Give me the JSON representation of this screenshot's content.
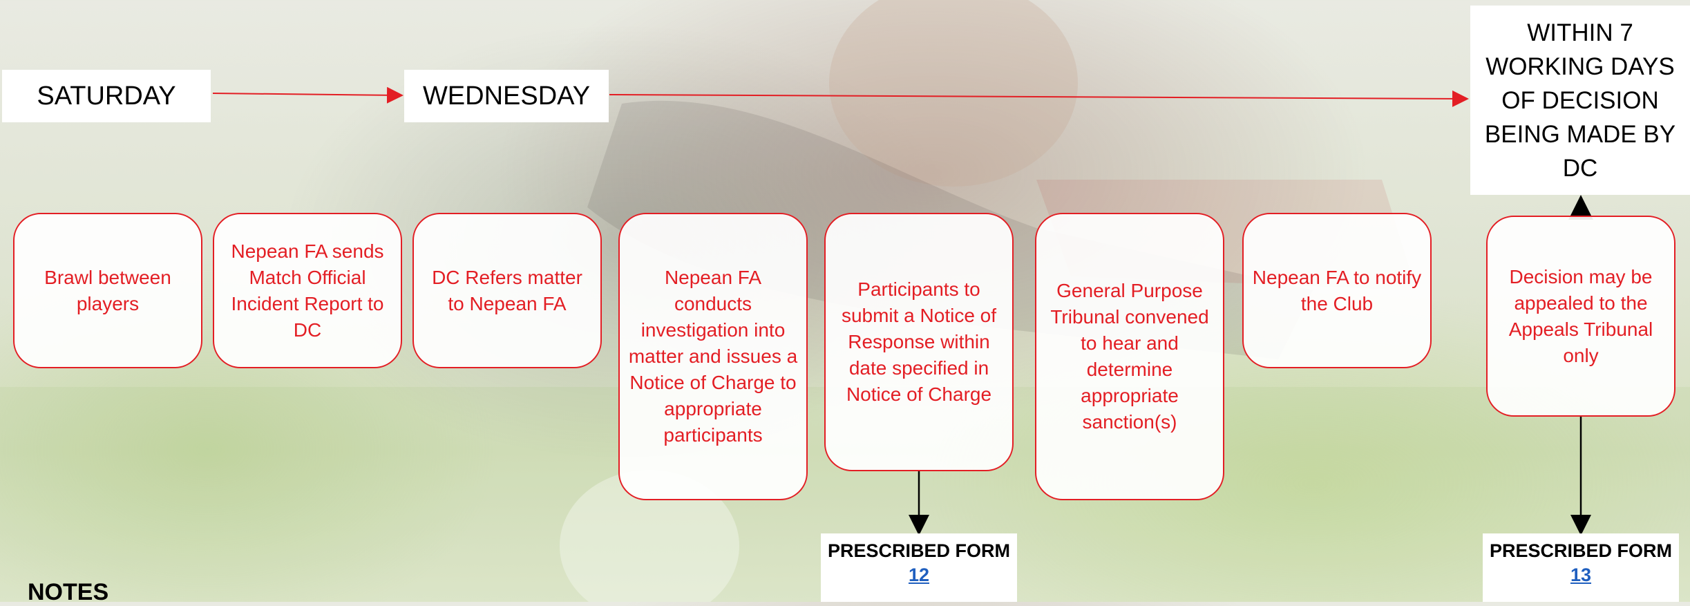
{
  "timeline": {
    "saturday": "SATURDAY",
    "wednesday": "WEDNESDAY",
    "appeal_deadline": "WITHIN 7 WORKING DAYS OF DECISION BEING MADE BY DC"
  },
  "steps": [
    "Brawl between players",
    "Nepean FA sends Match Official Incident Report to DC",
    "DC Refers matter to Nepean FA",
    "Nepean FA conducts investigation into matter and issues a Notice of Charge to appropriate participants",
    "Participants to submit a Notice of Response within date specified in Notice of Charge",
    "General Purpose Tribunal convened to hear and determine appropriate sanction(s)",
    "Nepean FA to notify the Club",
    "Decision may be appealed to the Appeals Tribunal only"
  ],
  "forms": [
    {
      "title": "PRESCRIBED FORM",
      "number": "12"
    },
    {
      "title": "PRESCRIBED FORM",
      "number": "13"
    }
  ],
  "notes_heading": "NOTES",
  "colors": {
    "accent": "#e31e24",
    "link": "#1f5fbf"
  }
}
